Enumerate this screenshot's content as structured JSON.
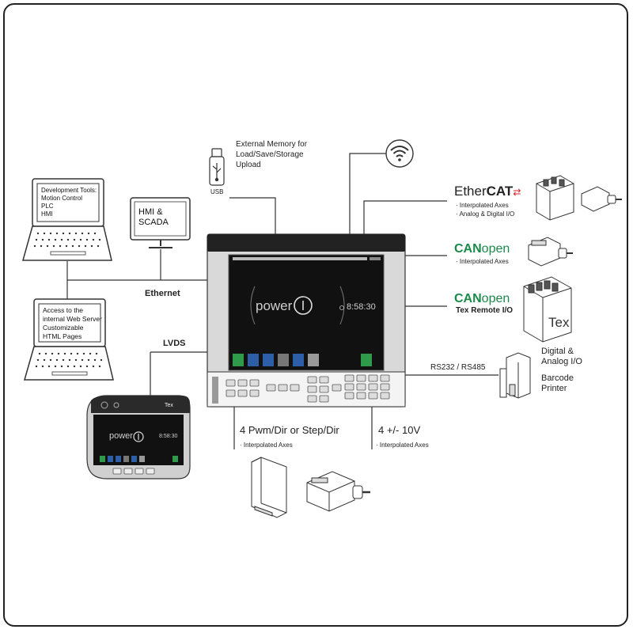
{
  "laptop_top": {
    "lines": [
      "Development Tools:",
      "Motion Control",
      "PLC",
      "HMI"
    ]
  },
  "laptop_bottom": {
    "lines": [
      "Access to the",
      "internal Web Server",
      "Customizable",
      "HTML Pages"
    ]
  },
  "hmi_monitor": {
    "lines": [
      "HMI &",
      "SCADA"
    ]
  },
  "usb": {
    "icon_label": "USB",
    "text_lines": [
      "External Memory for",
      "Load/Save/Storage",
      "Upload"
    ]
  },
  "wifi": {
    "icon": "wifi-icon"
  },
  "ethernet_label": "Ethernet",
  "lvds_label": "LVDS",
  "ethercat": {
    "brand_prefix": "Ether",
    "brand_suffix": "CAT",
    "items": [
      "· Interpolated Axes",
      "· Analog & Digital I/O"
    ]
  },
  "canopen_1": {
    "brand_prefix": "CAN",
    "brand_suffix": "open",
    "items": [
      "· Interpolated Axes"
    ]
  },
  "canopen_2": {
    "brand_prefix": "CAN",
    "brand_suffix": "open",
    "items": [
      "Tex Remote I/O"
    ]
  },
  "tex_box_label": "Tex",
  "rs232_label": "RS232 / RS485",
  "digital_analog": {
    "lines": [
      "Digital &",
      "Analog I/O"
    ]
  },
  "barcode": {
    "lines": [
      "Barcode",
      "Printer"
    ]
  },
  "pwm": {
    "label_a": "4 Pwm/Dir",
    "label_or": "or",
    "label_b": "Step/Dir",
    "sub": "· Interpolated Axes"
  },
  "analog10v": {
    "label": "4 +/- 10V",
    "sub": "· Interpolated Axes"
  },
  "controller_screen": {
    "power_word": "power",
    "time": "8:58:30"
  },
  "pendant": {
    "brand": "Tex",
    "power_word": "power",
    "time": "8:58:30"
  },
  "colors": {
    "line": "#333333",
    "panel_dark": "#1e1e1e",
    "panel_light": "#d9d9d9",
    "canopen_green": "#1a8a4a",
    "ethercat_red": "#d22027",
    "icon_green": "#2e9a4a",
    "icon_blue": "#2c5fa8"
  }
}
